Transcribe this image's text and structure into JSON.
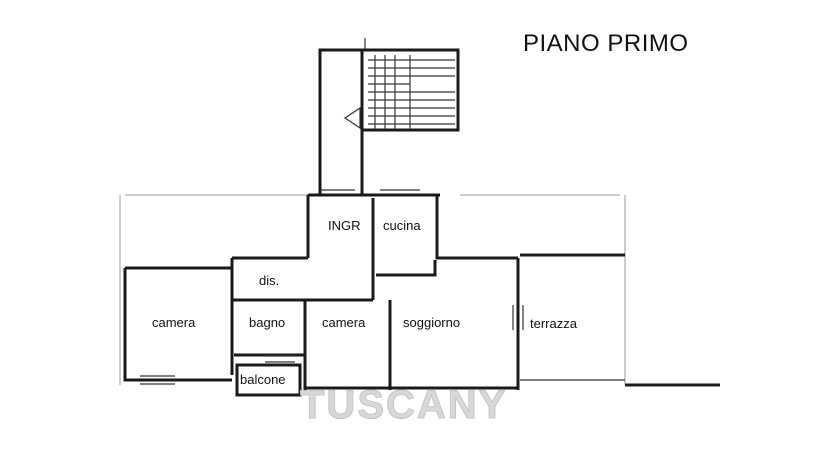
{
  "title": "PIANO PRIMO",
  "watermark": "TUSCANY",
  "rooms": {
    "ingresso": "INGR",
    "cucina": "cucina",
    "disimpegno": "dis.",
    "camera_left": "camera",
    "bagno": "bagno",
    "camera_center": "camera",
    "soggiorno": "soggiorno",
    "terrazza": "terrazza",
    "balcone": "balcone"
  }
}
